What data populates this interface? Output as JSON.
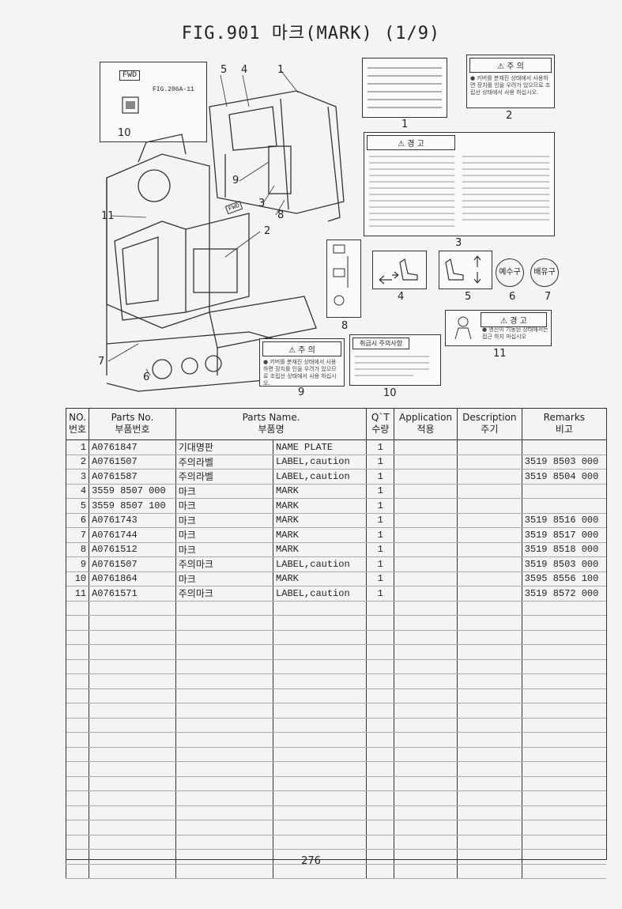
{
  "figure": {
    "title": "FIG.901 마크(MARK) (1/9)",
    "fwd_label": "FWD",
    "ref_label": "FIG.206A-11",
    "callouts": [
      "1",
      "2",
      "3",
      "4",
      "5",
      "6",
      "7",
      "8",
      "9",
      "10",
      "11"
    ],
    "label2": {
      "header": "⚠ 주 의",
      "body": "● 키버를 분재진 상태에서 사용하면 장치를 인을 우려가 있으므로 조립선 상태에서 사용 하십시오."
    },
    "label9": {
      "header": "⚠ 주 의",
      "body": "● 키버를 분재진 상태에서 사용하면 장치를 인을 우려가 있으므로 조립선 상태에서 사용 하십시오."
    },
    "label3": {
      "header": "⚠ 경 고"
    },
    "label11": {
      "header": "⚠ 경 고",
      "body": "● 엔진이 기동된 상태에서는 접근 하지 마십시오"
    },
    "label10": {
      "header": "취급시 주의사항"
    },
    "label6": "예수구",
    "label7": "배유구"
  },
  "table": {
    "headers": {
      "no": "NO.",
      "no_kr": "번호",
      "parts_no": "Parts No.",
      "parts_no_kr": "부품번호",
      "parts_name": "Parts Name.",
      "parts_name_kr": "부품명",
      "qty": "Q`T",
      "qty_kr": "수량",
      "application": "Application",
      "application_kr": "적용",
      "description": "Description",
      "description_kr": "주기",
      "remarks": "Remarks",
      "remarks_kr": "비고"
    },
    "rows": [
      {
        "no": "1",
        "part": "A0761847",
        "kr": "기대명판",
        "en": "NAME PLATE",
        "qty": "1",
        "remarks": ""
      },
      {
        "no": "2",
        "part": "A0761507",
        "kr": "주의라벨",
        "en": "LABEL,caution",
        "qty": "1",
        "remarks": "3519 8503 000"
      },
      {
        "no": "3",
        "part": "A0761587",
        "kr": "주의라벨",
        "en": "LABEL,caution",
        "qty": "1",
        "remarks": "3519 8504 000"
      },
      {
        "no": "4",
        "part": "3559 8507 000",
        "kr": "마크",
        "en": "MARK",
        "qty": "1",
        "remarks": ""
      },
      {
        "no": "5",
        "part": "3559 8507 100",
        "kr": "마크",
        "en": "MARK",
        "qty": "1",
        "remarks": ""
      },
      {
        "no": "6",
        "part": "A0761743",
        "kr": "마크",
        "en": "MARK",
        "qty": "1",
        "remarks": "3519 8516 000"
      },
      {
        "no": "7",
        "part": "A0761744",
        "kr": "마크",
        "en": "MARK",
        "qty": "1",
        "remarks": "3519 8517 000"
      },
      {
        "no": "8",
        "part": "A0761512",
        "kr": "마크",
        "en": "MARK",
        "qty": "1",
        "remarks": "3519 8518 000"
      },
      {
        "no": "9",
        "part": "A0761507",
        "kr": "주의마크",
        "en": "LABEL,caution",
        "qty": "1",
        "remarks": "3519 8503 000"
      },
      {
        "no": "10",
        "part": "A0761864",
        "kr": "마크",
        "en": "MARK",
        "qty": "1",
        "remarks": "3595 8556 100"
      },
      {
        "no": "11",
        "part": "A0761571",
        "kr": "주의마크",
        "en": "LABEL,caution",
        "qty": "1",
        "remarks": "3519 8572 000"
      }
    ]
  },
  "page_number": "276"
}
